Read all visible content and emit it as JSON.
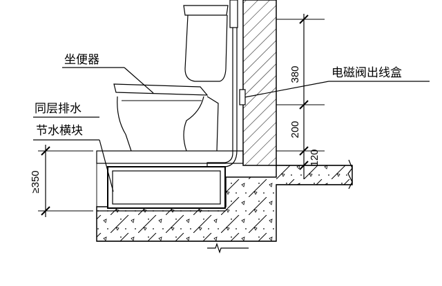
{
  "labels": {
    "toilet": "坐便器",
    "drain_block_line1": "同层排水",
    "drain_block_line2": "节水横块",
    "solenoid_box": "电磁阀出线盒"
  },
  "dimensions": {
    "d380": "380",
    "d200": "200",
    "d120": "120",
    "d350": "≥350"
  }
}
